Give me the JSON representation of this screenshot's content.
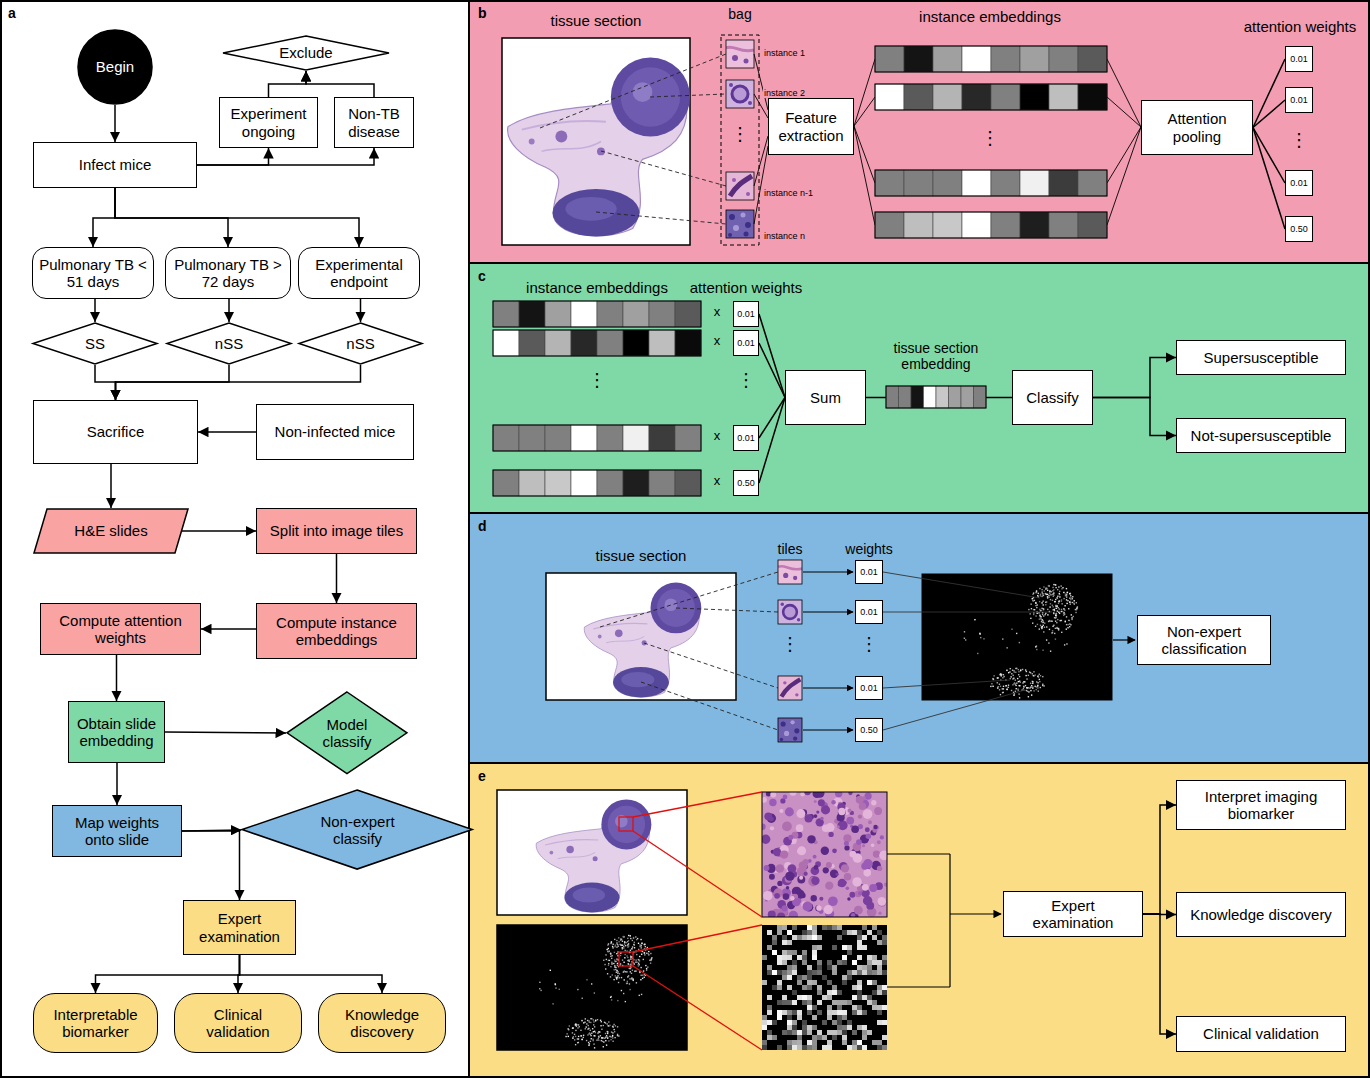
{
  "diagram": {
    "nodes": [
      {
        "text": [
          "a"
        ]
      },
      {
        "text": [
          "Begin"
        ],
        "in": 0
      },
      {
        "text": [
          "Exclude"
        ],
        "in": 0
      },
      {
        "text": [
          "Experiment ongoing"
        ],
        "in": 0
      },
      {
        "text": [
          "Non-TB disease"
        ],
        "in": 0
      },
      {
        "text": [
          "Infect mice"
        ],
        "in": 0
      },
      {
        "text": [
          "Pulmonary TB < 51 days"
        ],
        "in": 0
      },
      {
        "text": [
          "Pulmonary TB > 72 days"
        ],
        "in": 0
      },
      {
        "text": [
          "Experimental endpoint"
        ],
        "in": 0
      },
      {
        "text": [
          "SS"
        ],
        "in": 0
      },
      {
        "text": [
          "nSS"
        ],
        "in": 0
      },
      {
        "text": [
          "nSS"
        ],
        "in": 0
      },
      {
        "text": [
          "Sacrifice"
        ],
        "in": 0
      },
      {
        "text": [
          "Non-infected mice"
        ],
        "in": 0
      },
      {
        "text": [
          "H&E slides"
        ],
        "in": 0
      },
      {
        "text": [
          "Split into image tiles"
        ],
        "in": 0
      },
      {
        "text": [
          "Compute attention weights"
        ],
        "in": 0
      },
      {
        "text": [
          "Compute instance embeddings"
        ],
        "in": 0
      },
      {
        "text": [
          "Obtain slide embedding"
        ],
        "in": 0
      },
      {
        "text": [
          "Model classify"
        ],
        "in": 0
      },
      {
        "text": [
          "Map weights onto slide"
        ],
        "in": 0
      },
      {
        "text": [
          "Non-expert classify"
        ],
        "in": 0
      },
      {
        "text": [
          "Expert examination"
        ],
        "in": 0
      },
      {
        "text": [
          "Interpretable biomarker"
        ],
        "in": 0
      },
      {
        "text": [
          "Clinical validation"
        ],
        "in": 0
      },
      {
        "text": [
          "Knowledge discovery"
        ],
        "in": 0
      },
      {
        "text": [
          "b"
        ]
      },
      {
        "text": [
          "Feature extraction"
        ],
        "in": 26
      },
      {
        "text": [
          "Attention pooling"
        ],
        "in": 26
      },
      {
        "text": [
          "0.01"
        ],
        "in": 26
      },
      {
        "text": [
          "0.01"
        ],
        "in": 26
      },
      {
        "text": [
          "0.01"
        ],
        "in": 26
      },
      {
        "text": [
          "0.50"
        ],
        "in": 26
      },
      {
        "text": [
          "c"
        ]
      },
      {
        "text": [
          "0.01"
        ],
        "in": 33
      },
      {
        "text": [
          "0.01"
        ],
        "in": 33
      },
      {
        "text": [
          "0.01"
        ],
        "in": 33
      },
      {
        "text": [
          "0.50"
        ],
        "in": 33
      },
      {
        "text": [
          "Sum"
        ],
        "in": 33
      },
      {
        "text": [
          "Classify"
        ],
        "in": 33
      },
      {
        "text": [
          "Supersusceptible"
        ],
        "in": 33
      },
      {
        "text": [
          "Not-supersusceptible"
        ],
        "in": 33
      },
      {
        "text": [
          "d"
        ]
      },
      {
        "text": [
          "0.01"
        ],
        "in": 42
      },
      {
        "text": [
          "0.01"
        ],
        "in": 42
      },
      {
        "text": [
          "0.01"
        ],
        "in": 42
      },
      {
        "text": [
          "0.50"
        ],
        "in": 42
      },
      {
        "text": [
          "Non-expert classification"
        ],
        "in": 42
      },
      {
        "text": [
          "e"
        ]
      },
      {
        "text": [
          "Expert examination"
        ],
        "in": 48
      },
      {
        "text": [
          "Interpret imaging biomarker"
        ],
        "in": 48
      },
      {
        "text": [
          "Knowledge discovery"
        ],
        "in": 48
      },
      {
        "text": [
          "Clinical validation"
        ],
        "in": 48
      }
    ],
    "edges": [
      {
        "from": 1,
        "to": 5,
        "arrow": "to"
      },
      {
        "from": 5,
        "to": 3,
        "arrow": "to"
      },
      {
        "from": 5,
        "to": 4,
        "arrow": "to"
      },
      {
        "from": 3,
        "to": 2,
        "arrow": "to"
      },
      {
        "from": 4,
        "to": 2,
        "arrow": "to"
      },
      {
        "from": 5,
        "to": 6,
        "arrow": "to"
      },
      {
        "from": 5,
        "to": 7,
        "arrow": "to"
      },
      {
        "from": 5,
        "to": 8,
        "arrow": "to"
      },
      {
        "from": 6,
        "to": 9,
        "arrow": "to"
      },
      {
        "from": 7,
        "to": 10,
        "arrow": "to"
      },
      {
        "from": 8,
        "to": 11,
        "arrow": "to"
      },
      {
        "from": 9,
        "to": 12,
        "arrow": "to"
      },
      {
        "from": 10,
        "to": 12,
        "arrow": "to"
      },
      {
        "from": 11,
        "to": 12,
        "arrow": "to"
      },
      {
        "from": 13,
        "to": 12,
        "arrow": "to"
      },
      {
        "from": 12,
        "to": 14,
        "arrow": "to"
      },
      {
        "from": 14,
        "to": 15,
        "arrow": "to"
      },
      {
        "from": 15,
        "to": 17,
        "arrow": "to"
      },
      {
        "from": 17,
        "to": 16,
        "arrow": "to"
      },
      {
        "from": 16,
        "to": 18,
        "arrow": "to"
      },
      {
        "from": 18,
        "to": 19,
        "arrow": "to"
      },
      {
        "from": 18,
        "to": 20,
        "arrow": "to"
      },
      {
        "from": 20,
        "to": 21,
        "arrow": "to"
      },
      {
        "from": 20,
        "to": 22,
        "arrow": "to"
      },
      {
        "from": 22,
        "to": 23,
        "arrow": "to"
      },
      {
        "from": 22,
        "to": 24,
        "arrow": "to"
      },
      {
        "from": 22,
        "to": 25,
        "arrow": "to"
      },
      {
        "from": 28,
        "to": 29,
        "arrow": "none"
      },
      {
        "from": 28,
        "to": 30,
        "arrow": "none"
      },
      {
        "from": 28,
        "to": 31,
        "arrow": "none"
      },
      {
        "from": 28,
        "to": 32,
        "arrow": "none"
      },
      {
        "from": 34,
        "to": 38,
        "arrow": "none"
      },
      {
        "from": 35,
        "to": 38,
        "arrow": "none"
      },
      {
        "from": 36,
        "to": 38,
        "arrow": "none"
      },
      {
        "from": 37,
        "to": 38,
        "arrow": "none"
      },
      {
        "from": 38,
        "to": 39,
        "arrow": "none"
      },
      {
        "from": 39,
        "to": 40,
        "arrow": "to"
      },
      {
        "from": 39,
        "to": 41,
        "arrow": "to"
      },
      {
        "from": 49,
        "to": 50,
        "arrow": "to"
      },
      {
        "from": 49,
        "to": 51,
        "arrow": "to"
      },
      {
        "from": 49,
        "to": 52,
        "arrow": "to"
      }
    ],
    "labels": [
      "tissue section",
      "bag",
      "instance 1",
      "instance 2",
      "⋮",
      "instance n-1",
      "instance n",
      "instance embeddings",
      "⋮",
      "attention weights",
      "⋮",
      "instance embeddings",
      "attention weights",
      "x",
      "x",
      "⋮",
      "⋮",
      "x",
      "x",
      "tissue section embedding",
      "tissue section",
      "tiles",
      "weights",
      "⋮",
      "⋮"
    ]
  }
}
